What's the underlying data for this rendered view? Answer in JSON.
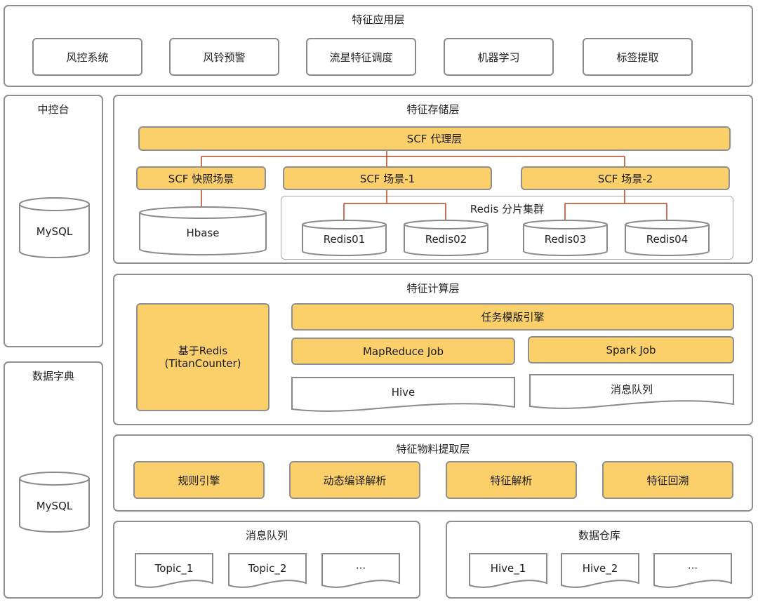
{
  "colors": {
    "accent_fill": "#fbd06b",
    "border": "#8f8f8f",
    "connector": "#b5451b"
  },
  "app_layer": {
    "title": "特征应用层",
    "items": [
      "风控系统",
      "风铃预警",
      "流星特征调度",
      "机器学习",
      "标签提取"
    ]
  },
  "control_panel": {
    "title": "中控台",
    "db_label": "MySQL"
  },
  "dictionary_panel": {
    "title": "数据字典",
    "db_label": "MySQL"
  },
  "storage_layer": {
    "title": "特征存储层",
    "proxy": "SCF 代理层",
    "snapshot": "SCF 快照场景",
    "scene1": "SCF  场景-1",
    "scene2": "SCF 场景-2",
    "hbase": "Hbase",
    "cluster_title": "Redis 分片集群",
    "redis": [
      "Redis01",
      "Redis02",
      "Redis03",
      "Redis04"
    ]
  },
  "compute_layer": {
    "title": "特征计算层",
    "redis_based_line1": "基于Redis",
    "redis_based_line2": "(TitanCounter)",
    "template_engine": "任务模版引擎",
    "mapreduce": "MapReduce Job",
    "spark": "Spark Job",
    "hive": "Hive",
    "mq": "消息队列"
  },
  "extraction_layer": {
    "title": "特征物料提取层",
    "items": [
      "规则引擎",
      "动态编译解析",
      "特征解析",
      "特征回溯"
    ]
  },
  "mq_panel": {
    "title": "消息队列",
    "items": [
      "Topic_1",
      "Topic_2",
      "···"
    ]
  },
  "warehouse_panel": {
    "title": "数据仓库",
    "items": [
      "Hive_1",
      "Hive_2",
      "···"
    ]
  }
}
